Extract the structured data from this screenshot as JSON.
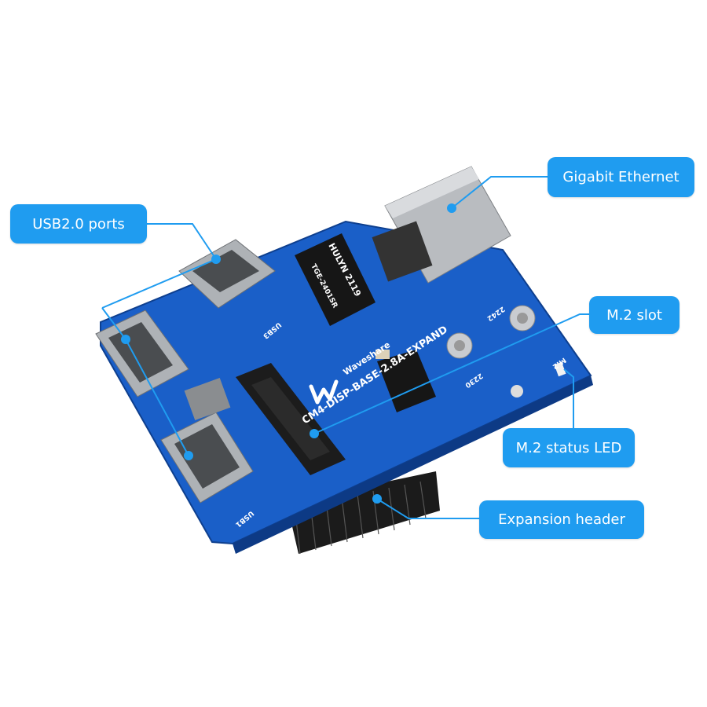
{
  "callouts": {
    "usb_ports": "USB2.0 ports",
    "ethernet": "Gigabit Ethernet",
    "m2_slot": "M.2 slot",
    "m2_led": "M.2 status LED",
    "expansion_header": "Expansion header"
  },
  "board_silkscreen": {
    "model": "CM4-DISP-BASE-2.8A-EXPAND",
    "brand": "Waveshare",
    "usb3": "USB3",
    "usb1": "USB1",
    "hole_2242": "2242",
    "hole_2230": "2230",
    "m2": "M.2",
    "chip_brand": "HULYN 2119",
    "chip_model": "TGE-2401SR"
  },
  "colors": {
    "callout": "#1f9cf0",
    "pcb": "#1a5fc8"
  }
}
